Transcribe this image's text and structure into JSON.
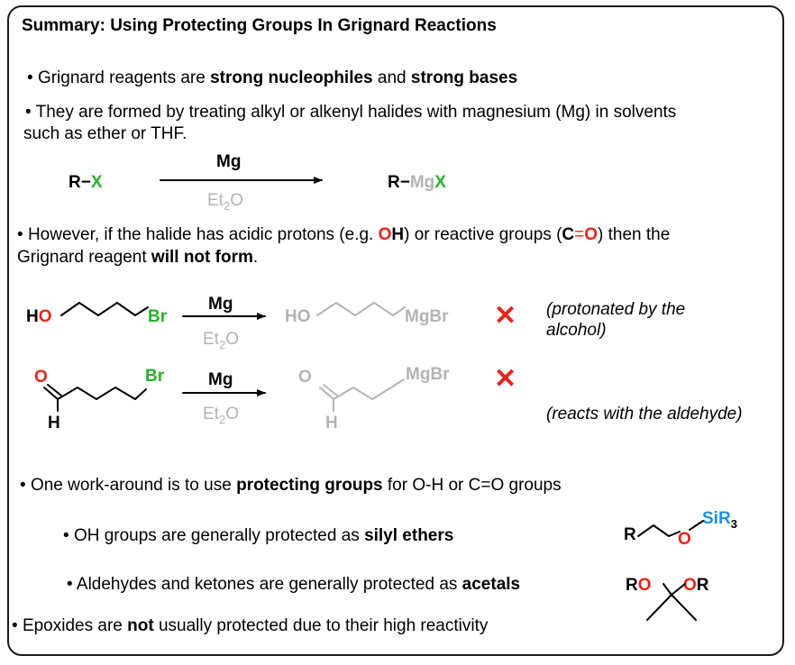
{
  "title": "Summary: Using Protecting Groups In Grignard Reactions",
  "bullets": {
    "b1": {
      "pre": "Grignard reagents are ",
      "bold1": "strong nucleophiles",
      "mid": " and ",
      "bold2": "strong bases"
    },
    "b2": {
      "line1": "They are formed by treating alkyl or alkenyl halides with magnesium (Mg) in solvents",
      "line2": "such as ether or THF."
    },
    "b3": {
      "pre": "However, if the halide has acidic protons (e.g. ",
      "oh_o": "O",
      "oh_h": "H",
      "mid": ") or reactive groups (",
      "c": "C",
      "eq": "=",
      "o": "O",
      "post": ") then the",
      "line2_pre": "Grignard reagent ",
      "line2_bold": "will not form",
      "line2_post": "."
    },
    "b4": {
      "pre": "One work-around is to use ",
      "bold": "protecting groups",
      "post": " for O-H or C=O groups"
    },
    "b5": {
      "pre": "OH groups are generally protected as ",
      "bold": "silyl ethers"
    },
    "b6": {
      "pre": "Aldehydes and ketones are generally protected as ",
      "bold": "acetals"
    },
    "b7": {
      "pre": "Epoxides are ",
      "bold": "not",
      "post": " usually protected due to their high reactivity"
    }
  },
  "reaction1": {
    "r": "R",
    "dash": "−",
    "x": "X",
    "reagent": "Mg",
    "solvent_et": "Et",
    "solvent_sub": "2",
    "solvent_o": "O",
    "p_r": "R",
    "p_dash": "−",
    "p_mg": "Mg",
    "p_x": "X"
  },
  "reaction2": {
    "h": "H",
    "o": "O",
    "br": "Br",
    "reagent": "Mg",
    "solvent_et": "Et",
    "solvent_sub": "2",
    "solvent_o": "O",
    "p_ho": "HO",
    "p_mgbr": "MgBr",
    "fail": "✕",
    "note1": "(protonated by the",
    "note2": "alcohol)"
  },
  "reaction3": {
    "o": "O",
    "br": "Br",
    "h": "H",
    "reagent": "Mg",
    "solvent_et": "Et",
    "solvent_sub": "2",
    "solvent_o": "O",
    "p_o": "O",
    "p_mgbr": "MgBr",
    "p_h": "H",
    "fail": "✕",
    "note": "(reacts with the aldehyde)"
  },
  "silyl": {
    "r": "R",
    "o": "O",
    "si": "SiR",
    "sub": "3"
  },
  "acetal": {
    "ro1_r": "R",
    "ro1_o": "O",
    "ro2_o": "O",
    "ro2_r": "R"
  },
  "colors": {
    "red": "#e8231a",
    "green": "#25b32a",
    "gray": "#b3b3b3",
    "blue": "#1e90e6"
  }
}
